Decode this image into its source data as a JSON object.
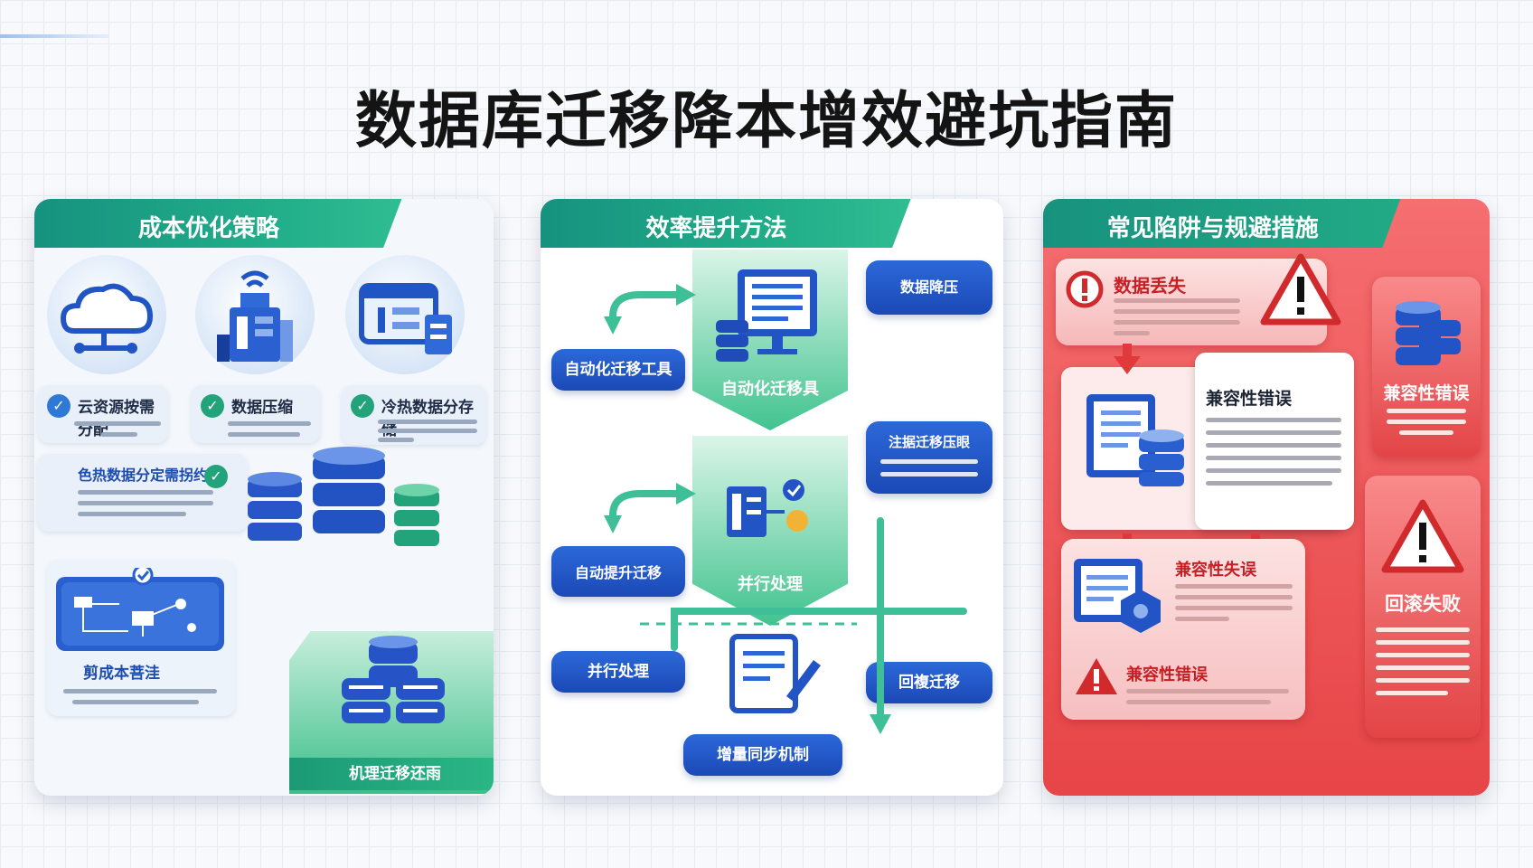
{
  "title": "数据库迁移降本增效避坑指南",
  "cost": {
    "header": "成本优化策略",
    "items": [
      {
        "label": "云资源按需分配",
        "icon": "cloud-icon"
      },
      {
        "label": "数据压缩",
        "icon": "server-icon"
      },
      {
        "label": "冷热数据分存储",
        "icon": "document-icon"
      }
    ],
    "hot_cold": "色热数据分定需拐约",
    "cost_estimate": "剪成本菩洼",
    "bottom_label": "机理迁移还雨"
  },
  "efficiency": {
    "header": "效率提升方法",
    "left_pills": [
      "自动化迁移工具",
      "自动提升迁移",
      "并行处理"
    ],
    "chevrons": [
      "自动化迁移具",
      "并行处理"
    ],
    "right_pills": [
      "数据降压",
      "注据迁移压眼",
      "回複迁移"
    ],
    "bottom_pill": "增量同步机制"
  },
  "pitfalls": {
    "header": "常见陷阱与规避措施",
    "data_loss": "数据丢失",
    "compat_top": "兼容性错误",
    "compat_card": "兼容性错误",
    "compat_fail": "兼容性失误",
    "compat_bottom": "兼容性错误",
    "rollback_fail": "回滚失败"
  },
  "colors": {
    "green": "#22a37a",
    "blue": "#1f50c0",
    "red": "#e74547"
  }
}
